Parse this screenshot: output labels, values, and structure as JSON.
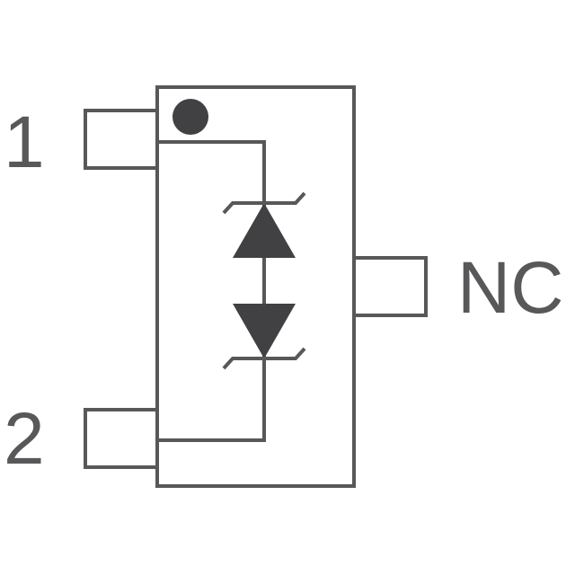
{
  "diagram": {
    "pins": {
      "pin1_label": "1",
      "pin2_label": "2",
      "pin3_label": "NC"
    },
    "symbol": "bidirectional-zener-tvs-diode",
    "package_marking": "pin-1-dot",
    "colors": {
      "stroke": "#58585a",
      "fill": "#414143",
      "background": "#ffffff"
    }
  }
}
